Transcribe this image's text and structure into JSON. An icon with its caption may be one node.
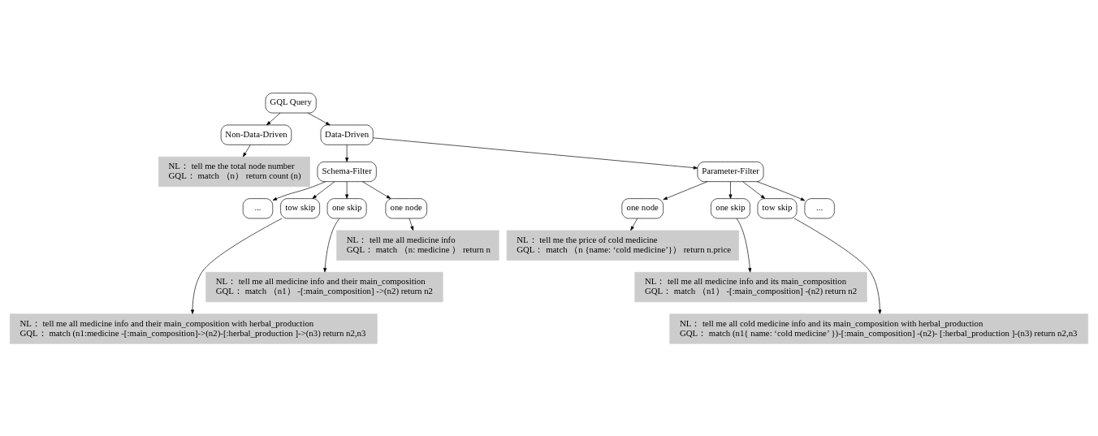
{
  "diagram": {
    "nodes": [
      {
        "text": [
          "GQL Query"
        ]
      },
      {
        "text": [
          "Non-Data-Driven"
        ]
      },
      {
        "text": [
          "Data-Driven"
        ]
      },
      {
        "text": [
          "Schema-Filter"
        ]
      },
      {
        "text": [
          "Parameter-Filter"
        ]
      },
      {
        "text": [
          "..."
        ]
      },
      {
        "text": [
          "tow skip"
        ]
      },
      {
        "text": [
          "one skip"
        ]
      },
      {
        "text": [
          "one node"
        ]
      },
      {
        "text": [
          "one node"
        ]
      },
      {
        "text": [
          "one skip"
        ]
      },
      {
        "text": [
          "tow skip"
        ]
      },
      {
        "text": [
          "..."
        ]
      },
      {
        "text": [
          "NL： tell me the total node number",
          "GQL： match （n） return count (n)"
        ]
      },
      {
        "text": [
          "NL： tell me all medicine info",
          "GQL： match （n: medicine ） return n"
        ]
      },
      {
        "text": [
          "NL： tell me the price of cold medicine",
          "GQL： match （n {name: ‘cold medicine’}） return n.price"
        ]
      },
      {
        "text": [
          "NL： tell me all medicine info and their main_composition",
          "GQL： match （n1） -[:main_composition] ->(n2) return n2"
        ]
      },
      {
        "text": [
          "NL： tell me all medicine info and its main_composition",
          "GQL： match （n1） -[:main_composition] -(n2) return n2"
        ]
      },
      {
        "text": [
          "NL： tell me all medicine info and their main_composition with herbal_production",
          "GQL： match (n1:medicine -[:main_composition]->(n2)-[:herbal_production ]->(n3) return n2,n3"
        ]
      },
      {
        "text": [
          "NL： tell me all cold medicine info and its main_composition with herbal_production",
          "GQL： match (n1{ name: ‘cold medicine’ })-[:main_composition] -(n2)- [:herbal_production ]-(n3) return n2,n3"
        ]
      }
    ],
    "edges": [
      {
        "from": 0,
        "to": 1,
        "arrow": "to"
      },
      {
        "from": 0,
        "to": 2,
        "arrow": "to"
      },
      {
        "from": 2,
        "to": 3,
        "arrow": "to"
      },
      {
        "from": 2,
        "to": 4,
        "arrow": "to"
      },
      {
        "from": 3,
        "to": 5,
        "arrow": "to"
      },
      {
        "from": 3,
        "to": 6,
        "arrow": "to"
      },
      {
        "from": 3,
        "to": 7,
        "arrow": "to"
      },
      {
        "from": 3,
        "to": 8,
        "arrow": "to"
      },
      {
        "from": 4,
        "to": 9,
        "arrow": "to"
      },
      {
        "from": 4,
        "to": 10,
        "arrow": "to"
      },
      {
        "from": 4,
        "to": 11,
        "arrow": "to"
      },
      {
        "from": 4,
        "to": 12,
        "arrow": "to"
      },
      {
        "from": 1,
        "to": 13,
        "arrow": "to"
      },
      {
        "from": 8,
        "to": 14,
        "arrow": "to"
      },
      {
        "from": 9,
        "to": 15,
        "arrow": "to"
      },
      {
        "from": 7,
        "to": 16,
        "arrow": "to"
      },
      {
        "from": 10,
        "to": 17,
        "arrow": "to"
      },
      {
        "from": 6,
        "to": 18,
        "arrow": "to"
      },
      {
        "from": 11,
        "to": 19,
        "arrow": "to"
      }
    ]
  }
}
